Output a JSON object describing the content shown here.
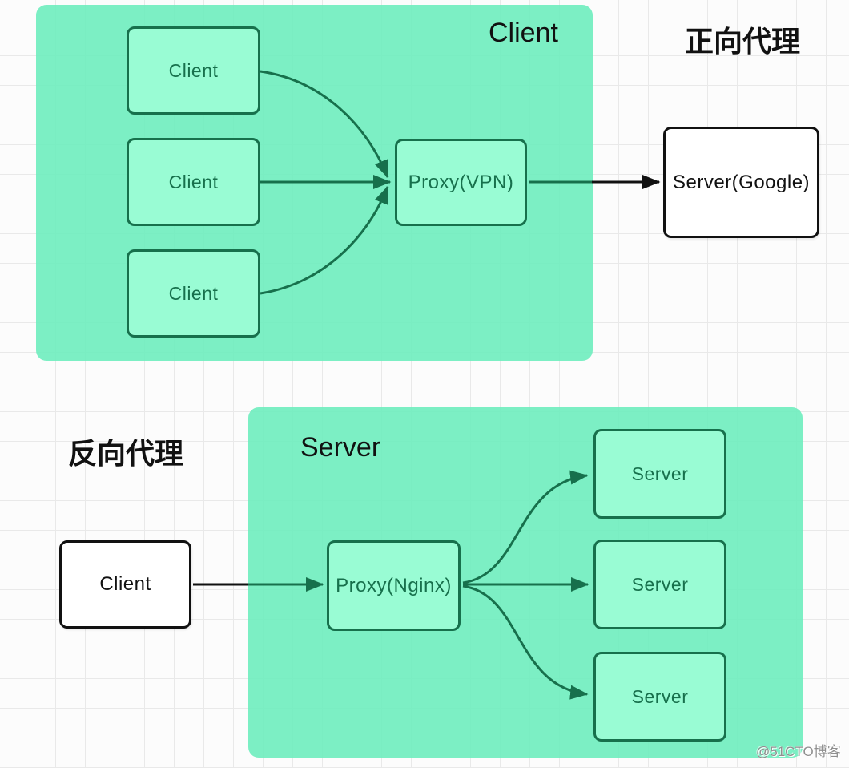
{
  "forward": {
    "title_cn": "正向代理",
    "zone_label": "Client",
    "clients": [
      "Client",
      "Client",
      "Client"
    ],
    "proxy_label": "Proxy(VPN)",
    "server_label": "Server(Google)"
  },
  "reverse": {
    "title_cn": "反向代理",
    "zone_label": "Server",
    "client_label": "Client",
    "proxy_label": "Proxy(Nginx)",
    "servers": [
      "Server",
      "Server",
      "Server"
    ]
  },
  "watermark": "@51CTO博客",
  "colors": {
    "zone_fill_green": "#80efc6",
    "node_fill_green": "#99fcd4",
    "stroke_green": "#17704c",
    "stroke_black": "#111111",
    "grid_line": "#e9e9e9",
    "watermark_gray": "#8f8f8f"
  }
}
